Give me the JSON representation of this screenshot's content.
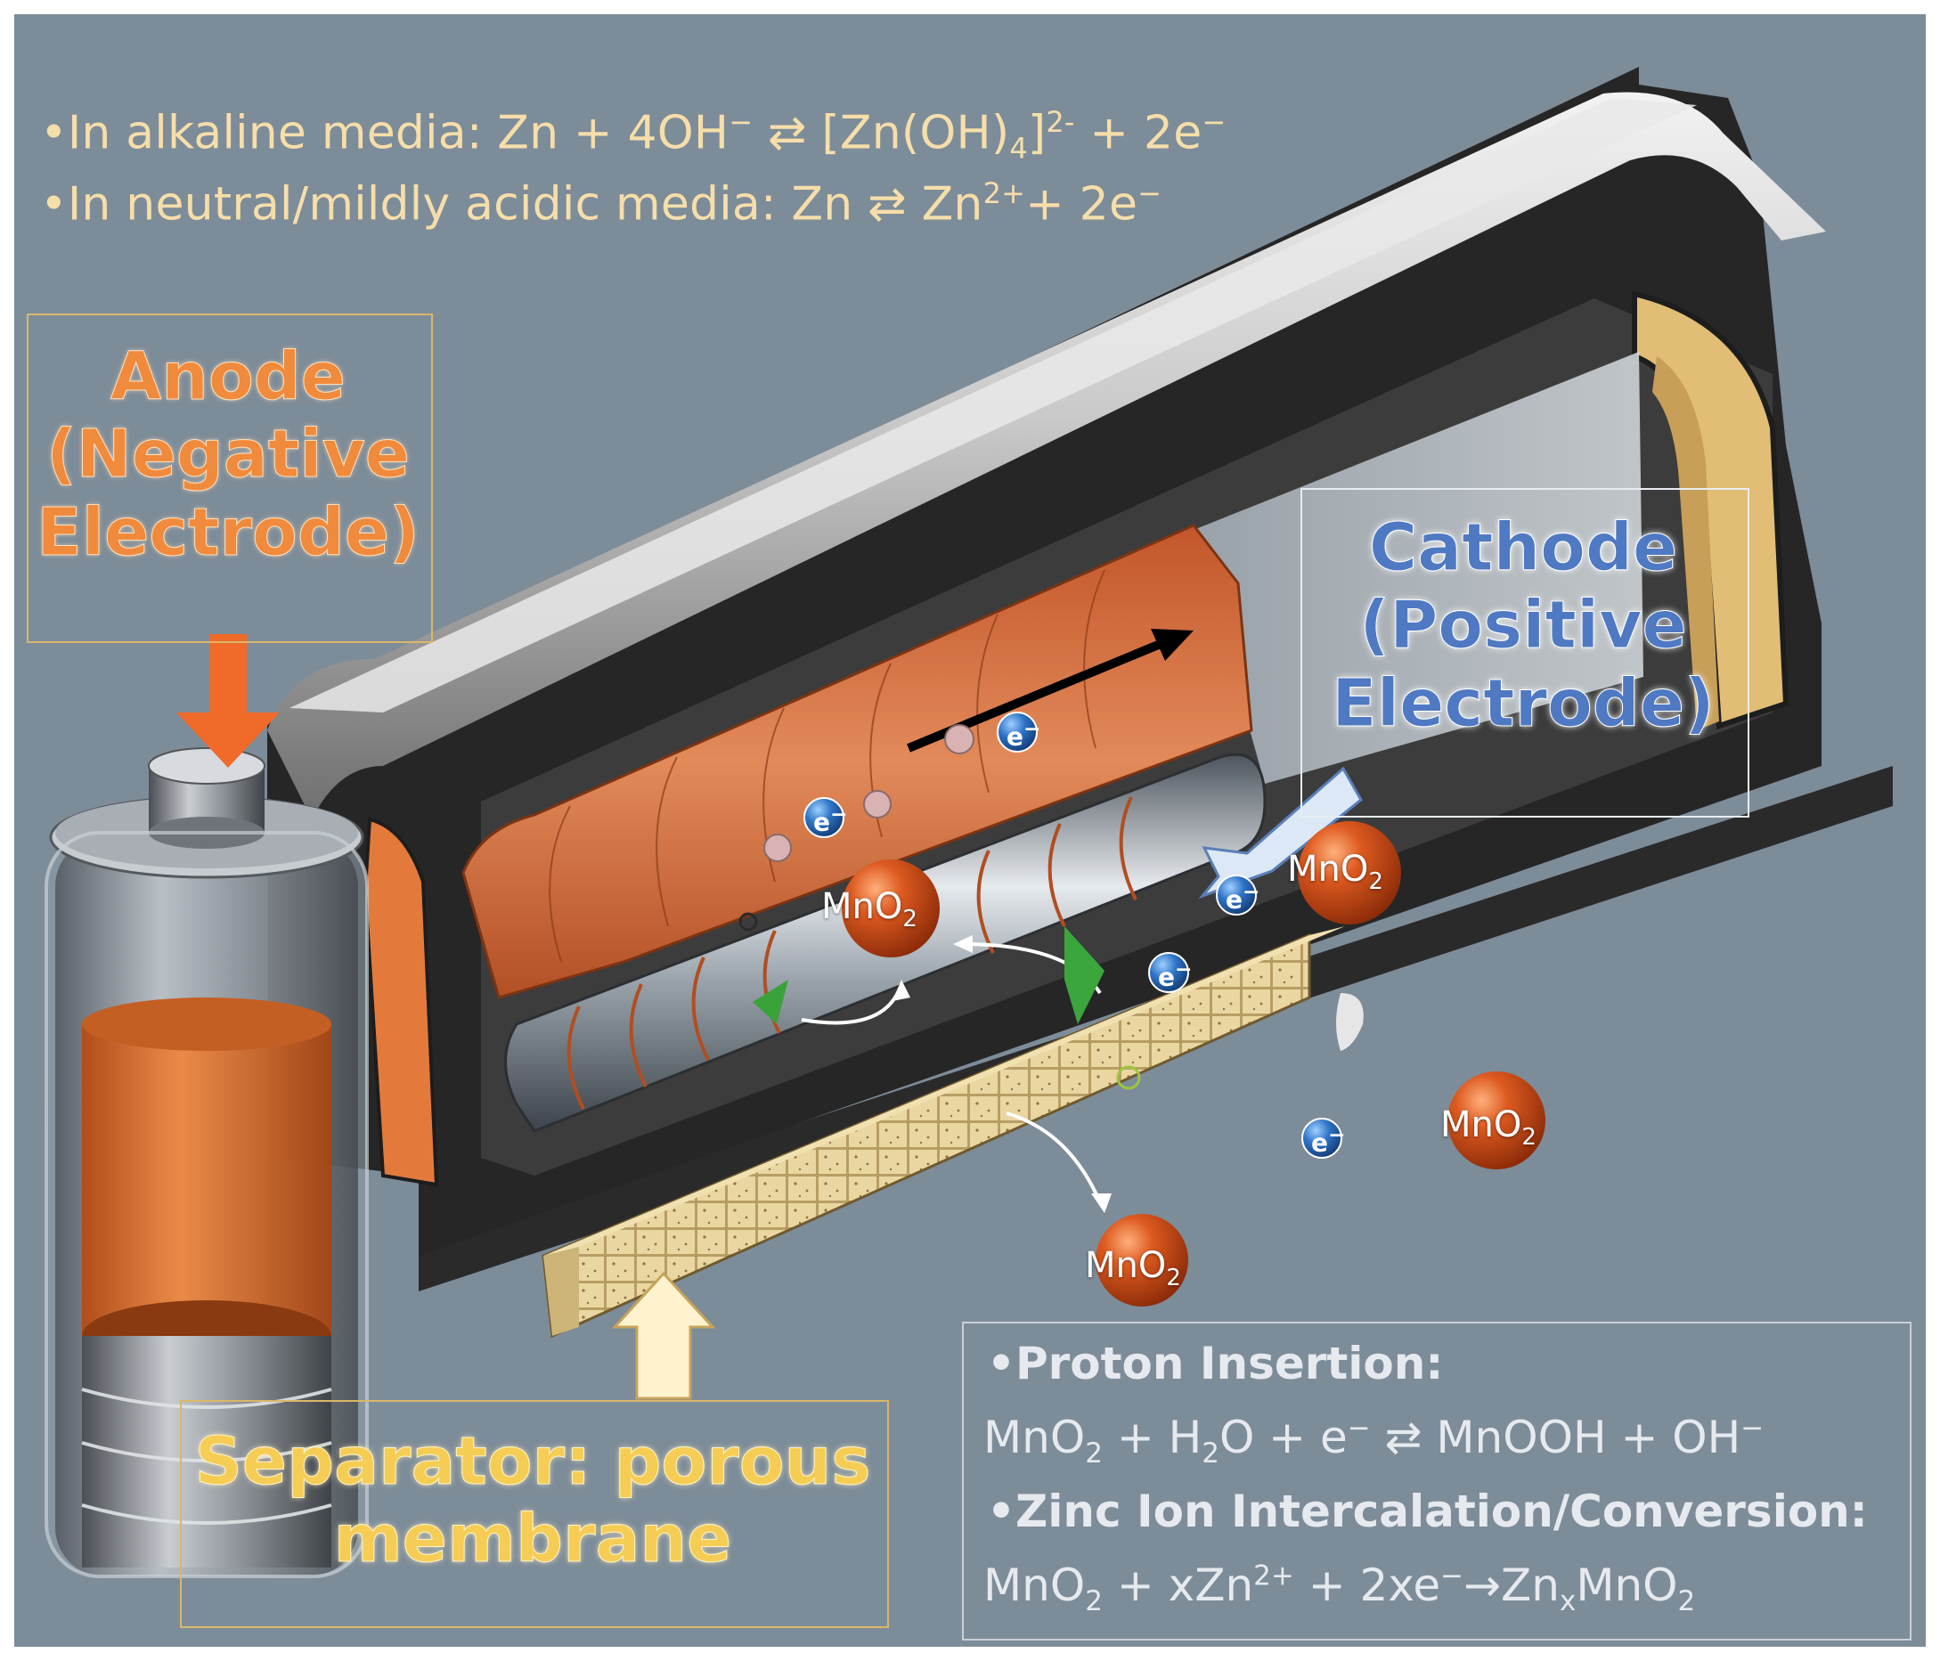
{
  "reactions_top": {
    "line1": {
      "bullet": "•",
      "text": "In alkaline media: Zn + 4OH",
      "minus": "−",
      "arrow": " ⇄ [Zn(OH)",
      "sub4": "4",
      "bracket": "]",
      "charge": "2-",
      "tail": " + 2e",
      "eminus": "−"
    },
    "line2": {
      "bullet": "•",
      "text": "In neutral/mildly acidic media: Zn ⇄ Zn",
      "charge": "2+",
      "tail": "+ 2e",
      "eminus": "−"
    }
  },
  "anode_label": {
    "line1": "Anode",
    "line2": "(Negative",
    "line3": "Electrode)"
  },
  "cathode_label": {
    "line1": "Cathode",
    "line2": "(Positive",
    "line3": "Electrode)"
  },
  "separator_label": {
    "line1": "Separator: porous",
    "line2": "membrane"
  },
  "mechanisms": {
    "proton_heading": "•Proton Insertion:",
    "proton_eq": {
      "a": "MnO",
      "a_sub": "2",
      "b": " + H",
      "b_sub": "2",
      "c": "O + e",
      "c_sup": "−",
      "d": " ⇄ MnOOH + OH",
      "d_sup": "−"
    },
    "zinc_heading": "•Zinc Ion Intercalation/Conversion:",
    "zinc_eq": {
      "a": "MnO",
      "a_sub": "2",
      "b": " + xZn",
      "b_sup": "2+",
      "c": " + 2xe",
      "c_sup": "−",
      "d": "→Zn",
      "d_sub": "x",
      "e": "MnO",
      "e_sub": "2"
    }
  },
  "particles": {
    "mno2_text": "MnO",
    "mno2_sub": "2",
    "electron_text": "e",
    "electron_sup": "−"
  },
  "colors": {
    "background": "#7d8c99",
    "equation_text": "#f6deaa",
    "anode_orange": "#f08a3c",
    "cathode_blue": "#4f79c2",
    "separator_yellow": "#f5cd55",
    "label_box_gold": "#d9b86a",
    "mno2_sphere": "#c8491a",
    "electron_blue": "#2f74c7"
  }
}
